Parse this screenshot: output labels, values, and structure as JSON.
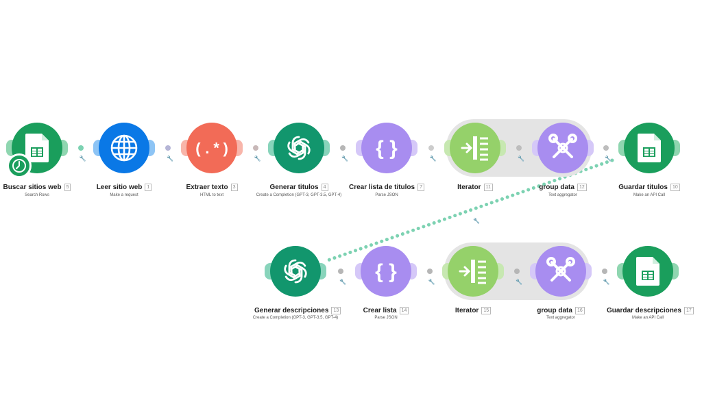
{
  "colors": {
    "sheets": "#1a9e5c",
    "http": "#0a78e6",
    "text": "#f26b57",
    "openai": "#12966d",
    "json": "#a88df0",
    "iterator": "#95d16a",
    "aggregator": "#a88df0",
    "link": "#7dd2b2"
  },
  "row1": [
    {
      "title": "Buscar sitios web",
      "num": "5",
      "sub": "Search Rows",
      "icon": "google-sheets-icon"
    },
    {
      "title": "Leer sitio web",
      "num": "1",
      "sub": "Make a request",
      "icon": "globe-icon"
    },
    {
      "title": "Extraer texto",
      "num": "3",
      "sub": "HTML to text",
      "icon": "regex-icon"
    },
    {
      "title": "Generar titulos",
      "num": "4",
      "sub": "Create a Completion (GPT-3, GPT-3.5, GPT-4)",
      "icon": "openai-icon"
    },
    {
      "title": "Crear lista de titulos",
      "num": "7",
      "sub": "Parse JSON",
      "icon": "json-braces-icon"
    },
    {
      "title": "Iterator",
      "num": "11",
      "sub": "",
      "icon": "iterator-icon"
    },
    {
      "title": "group data",
      "num": "12",
      "sub": "Text aggregator",
      "icon": "tools-icon"
    },
    {
      "title": "Guardar titulos",
      "num": "10",
      "sub": "Make an API Call",
      "icon": "google-sheets-icon"
    }
  ],
  "row2": [
    {
      "title": "Generar descripciones",
      "num": "13",
      "sub": "Create a Completion (GPT-3, GPT-3.5, GPT-4)",
      "icon": "openai-icon"
    },
    {
      "title": "Crear lista",
      "num": "14",
      "sub": "Parse JSON",
      "icon": "json-braces-icon"
    },
    {
      "title": "Iterator",
      "num": "15",
      "sub": "",
      "icon": "iterator-icon"
    },
    {
      "title": "group data",
      "num": "16",
      "sub": "Text aggregator",
      "icon": "tools-icon"
    },
    {
      "title": "Guardar descripciones",
      "num": "17",
      "sub": "Make an API Call",
      "icon": "google-sheets-icon"
    }
  ],
  "icons": {
    "json_text": "{ }",
    "regex_text": "(.*)"
  }
}
